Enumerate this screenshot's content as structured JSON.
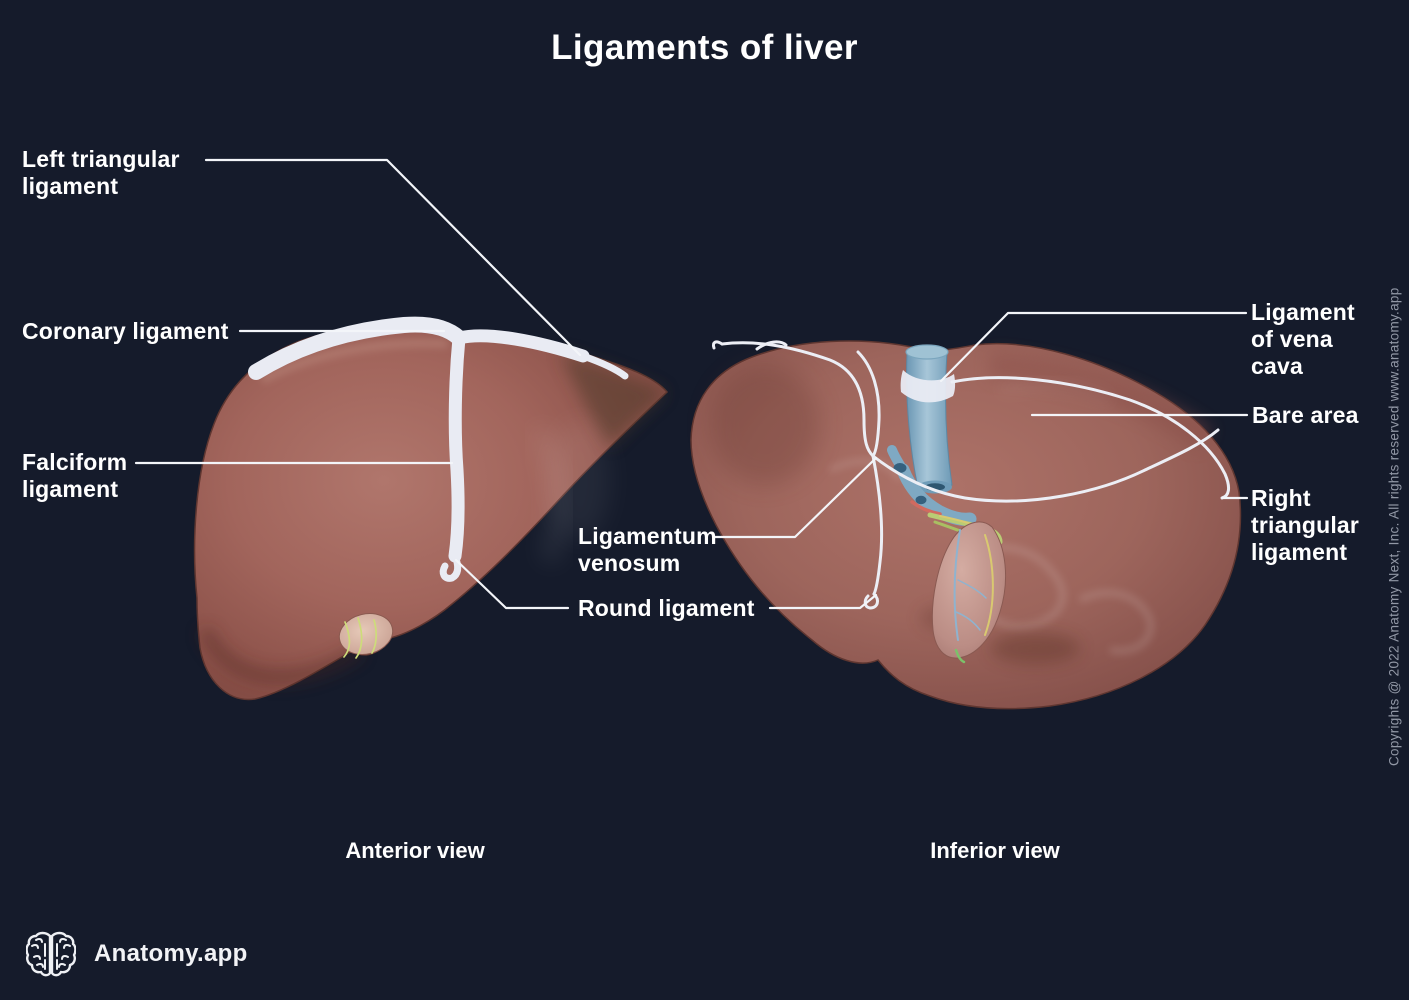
{
  "title": "Ligaments of liver",
  "captions": {
    "anterior": "Anterior view",
    "inferior": "Inferior view"
  },
  "labels": {
    "left_triangular": {
      "lines": [
        "Left triangular",
        "ligament"
      ]
    },
    "coronary": {
      "lines": [
        "Coronary ligament"
      ]
    },
    "falciform": {
      "lines": [
        "Falciform",
        "ligament"
      ]
    },
    "ligamentum_venosum": {
      "lines": [
        "Ligamentum",
        "venosum"
      ]
    },
    "round": {
      "lines": [
        "Round ligament"
      ]
    },
    "vena_cava": {
      "lines": [
        "Ligament",
        "of vena",
        "cava"
      ]
    },
    "bare_area": {
      "lines": [
        "Bare area"
      ]
    },
    "right_triangular": {
      "lines": [
        "Right",
        "triangular",
        "ligament"
      ]
    }
  },
  "branding": {
    "logo_text": "Anatomy.app",
    "copyright": "Copyrights @ 2022 Anatomy Next, Inc. All rights reserved www.anatomy.app"
  },
  "colors": {
    "background": "#151b2b",
    "label_text": "#ffffff",
    "leader_line": "#f3f5f9",
    "ligament_white": "#e9ebf3",
    "liver_main": "#9d655c",
    "liver_dark": "#6f403a",
    "vena_cava_blue": "#7fa9c3",
    "gallbladder_pink": "#cfa79e",
    "duct_green": "#b9cc74",
    "artery_red": "#d06a60",
    "vessel_yellow": "#d9c970",
    "copyright_text": "#9298a6"
  }
}
